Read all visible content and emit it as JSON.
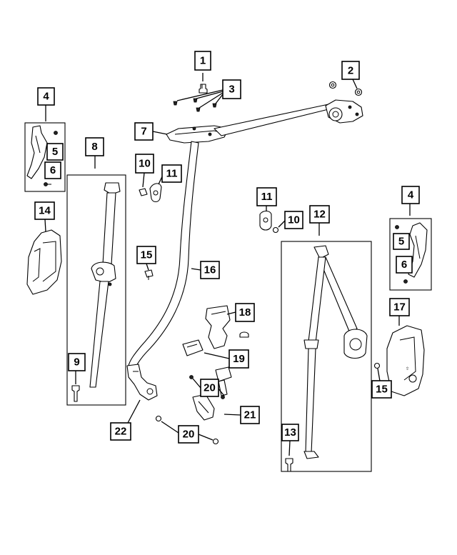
{
  "callouts": [
    {
      "id": "c1a",
      "label": "1"
    },
    {
      "id": "c2a",
      "label": "2"
    },
    {
      "id": "c3a",
      "label": "3"
    },
    {
      "id": "c4a",
      "label": "4"
    },
    {
      "id": "c5a",
      "label": "5"
    },
    {
      "id": "c6a",
      "label": "6"
    },
    {
      "id": "c7a",
      "label": "7"
    },
    {
      "id": "c8a",
      "label": "8"
    },
    {
      "id": "c10a",
      "label": "10"
    },
    {
      "id": "c11a",
      "label": "11"
    },
    {
      "id": "c14a",
      "label": "14"
    },
    {
      "id": "c15a",
      "label": "15"
    },
    {
      "id": "c16a",
      "label": "16"
    },
    {
      "id": "c11b",
      "label": "11"
    },
    {
      "id": "c10b",
      "label": "10"
    },
    {
      "id": "c12a",
      "label": "12"
    },
    {
      "id": "c4b",
      "label": "4"
    },
    {
      "id": "c5b",
      "label": "5"
    },
    {
      "id": "c6b",
      "label": "6"
    },
    {
      "id": "c17a",
      "label": "17"
    },
    {
      "id": "c18a",
      "label": "18"
    },
    {
      "id": "c19a",
      "label": "19"
    },
    {
      "id": "c9a",
      "label": "9"
    },
    {
      "id": "c20a",
      "label": "20"
    },
    {
      "id": "c21a",
      "label": "21"
    },
    {
      "id": "c15b",
      "label": "15"
    },
    {
      "id": "c22a",
      "label": "22"
    },
    {
      "id": "c20b",
      "label": "20"
    },
    {
      "id": "c13a",
      "label": "13"
    }
  ]
}
